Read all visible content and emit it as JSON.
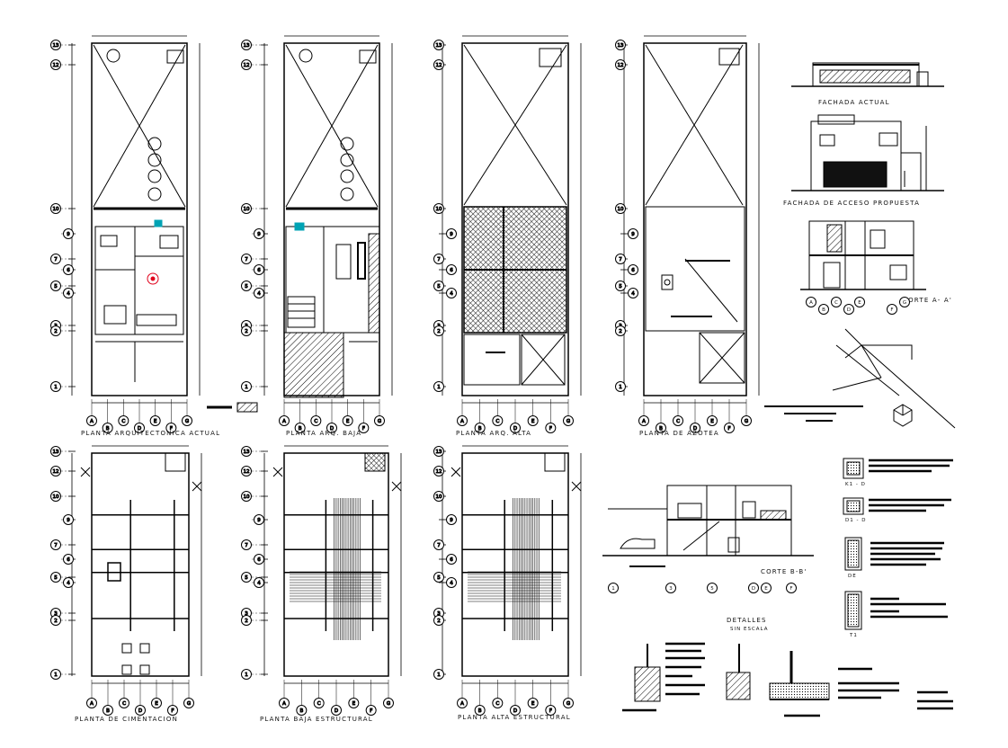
{
  "labels": {
    "planta_actual": "PLANTA ARQUITECTONICA ACTUAL",
    "planta_baja": "PLANTA ARQ. BAJA",
    "planta_alta": "PLANTA ARQ. ALTA",
    "planta_azotea": "PLANTA DE AZOTEA",
    "fachada_actual": "FACHADA ACTUAL",
    "fachada_propuesta": "FACHADA DE ACCESO PROPUESTA",
    "corte_aa": "CORTE A- A'",
    "corte_bb": "CORTE B-B'",
    "cimentacion": "PLANTA DE CIMENTACION",
    "baja_estructural": "PLANTA BAJA ESTRUCTURAL",
    "alta_estructural": "PLANTA ALTA ESTRUCTURAL",
    "detalles": "DETALLES",
    "sin_escala": "SIN ESCALA",
    "k1": "K1 - D",
    "d1": "D1 - D",
    "de": "DE",
    "t1": "T1"
  },
  "grid_rows": [
    "13",
    "12",
    "10",
    "9",
    "7",
    "6",
    "5",
    "4",
    "3",
    "2",
    "1"
  ],
  "grid_cols": [
    "A",
    "B",
    "C",
    "D",
    "E",
    "F",
    "G"
  ],
  "section_bb_axes": [
    "1",
    "3",
    "5",
    "D",
    "E",
    "F"
  ],
  "colors": {
    "line": "#000000",
    "accent_cyan": "#00a3b4",
    "accent_red": "#e0001b"
  }
}
